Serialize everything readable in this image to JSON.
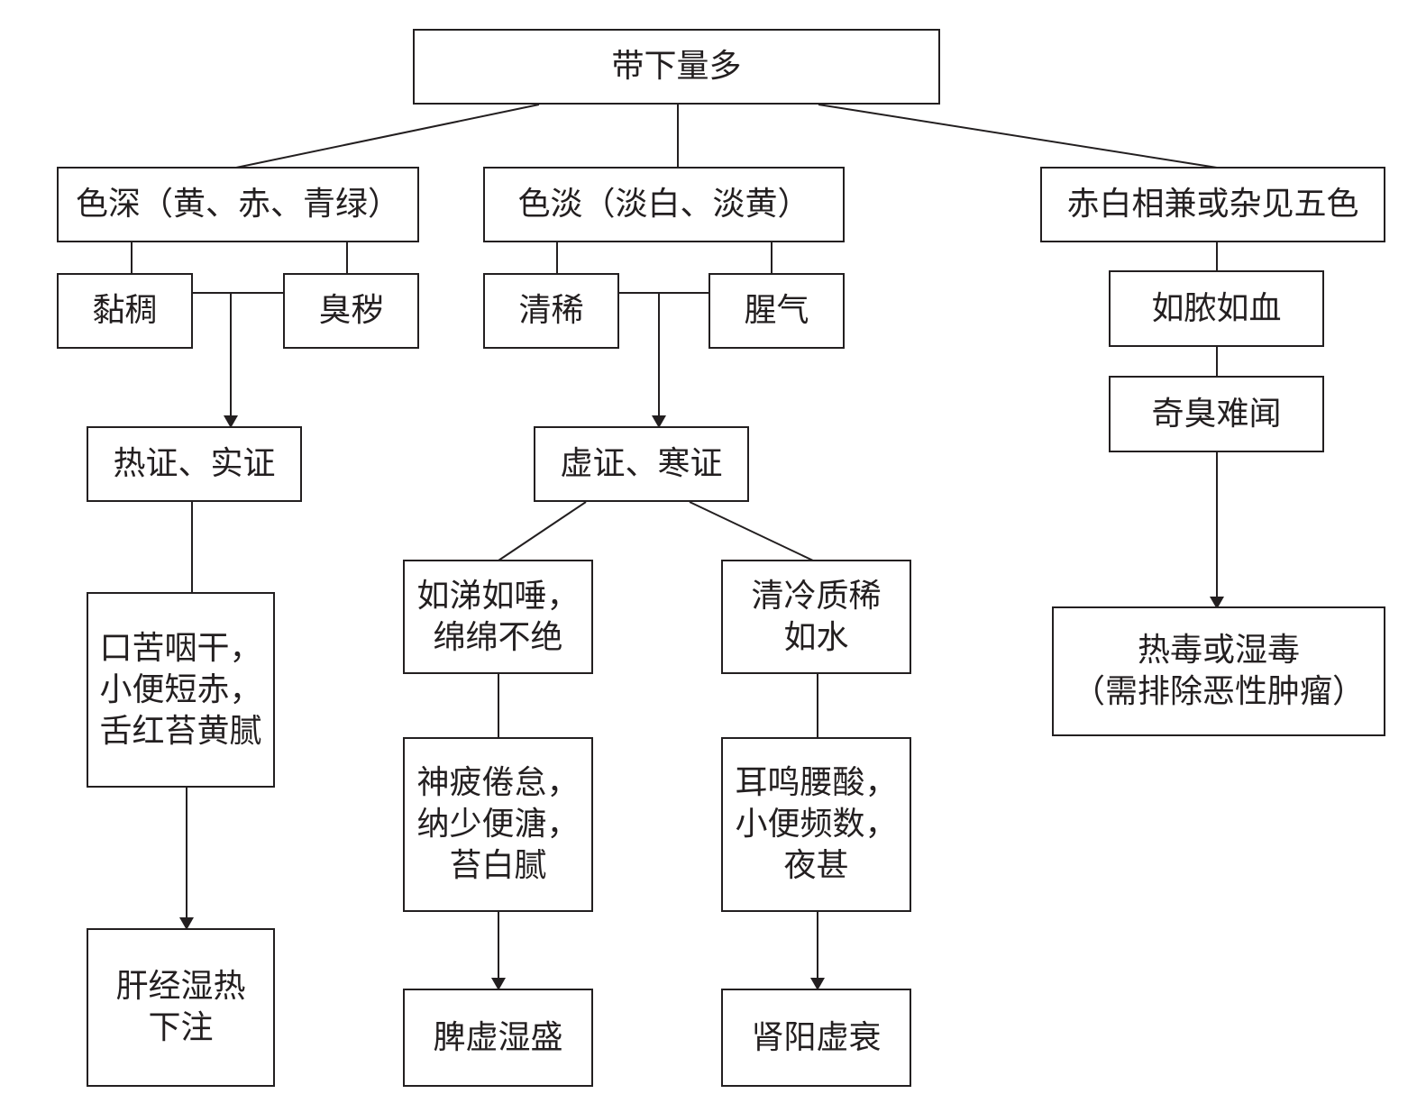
{
  "colors": {
    "stroke": "#231f20",
    "text": "#231f20",
    "background": "#ffffff"
  },
  "nodes": {
    "root": "带下量多",
    "deep_color": "色深（黄、赤、青绿）",
    "light_color": "色淡（淡白、淡黄）",
    "mixed_color": "赤白相兼或杂见五色",
    "sticky": "黏稠",
    "foul_odor": "臭秽",
    "clear_thin": "清稀",
    "fishy_odor": "腥气",
    "pus_blood": "如脓如血",
    "strange_odor": "奇臭难闻",
    "heat_excess": "热证、实证",
    "deficiency_cold": "虚证、寒证",
    "mucus_like": [
      "如涕如唾，",
      "绵绵不绝"
    ],
    "cold_watery": [
      "清冷质稀",
      "如水"
    ],
    "bitter_mouth": [
      "口苦咽干，",
      "小便短赤，",
      "舌红苔黄腻"
    ],
    "fatigue": [
      "神疲倦怠，",
      "纳少便溏，",
      "苔白腻"
    ],
    "tinnitus": [
      "耳鸣腰酸，",
      "小便频数，",
      "夜甚"
    ],
    "heat_toxin": [
      "热毒或湿毒",
      "（需排除恶性肿瘤）"
    ],
    "liver_damp_heat": [
      "肝经湿热",
      "下注"
    ],
    "spleen_damp": "脾虚湿盛",
    "kidney_yang": "肾阳虚衰"
  }
}
